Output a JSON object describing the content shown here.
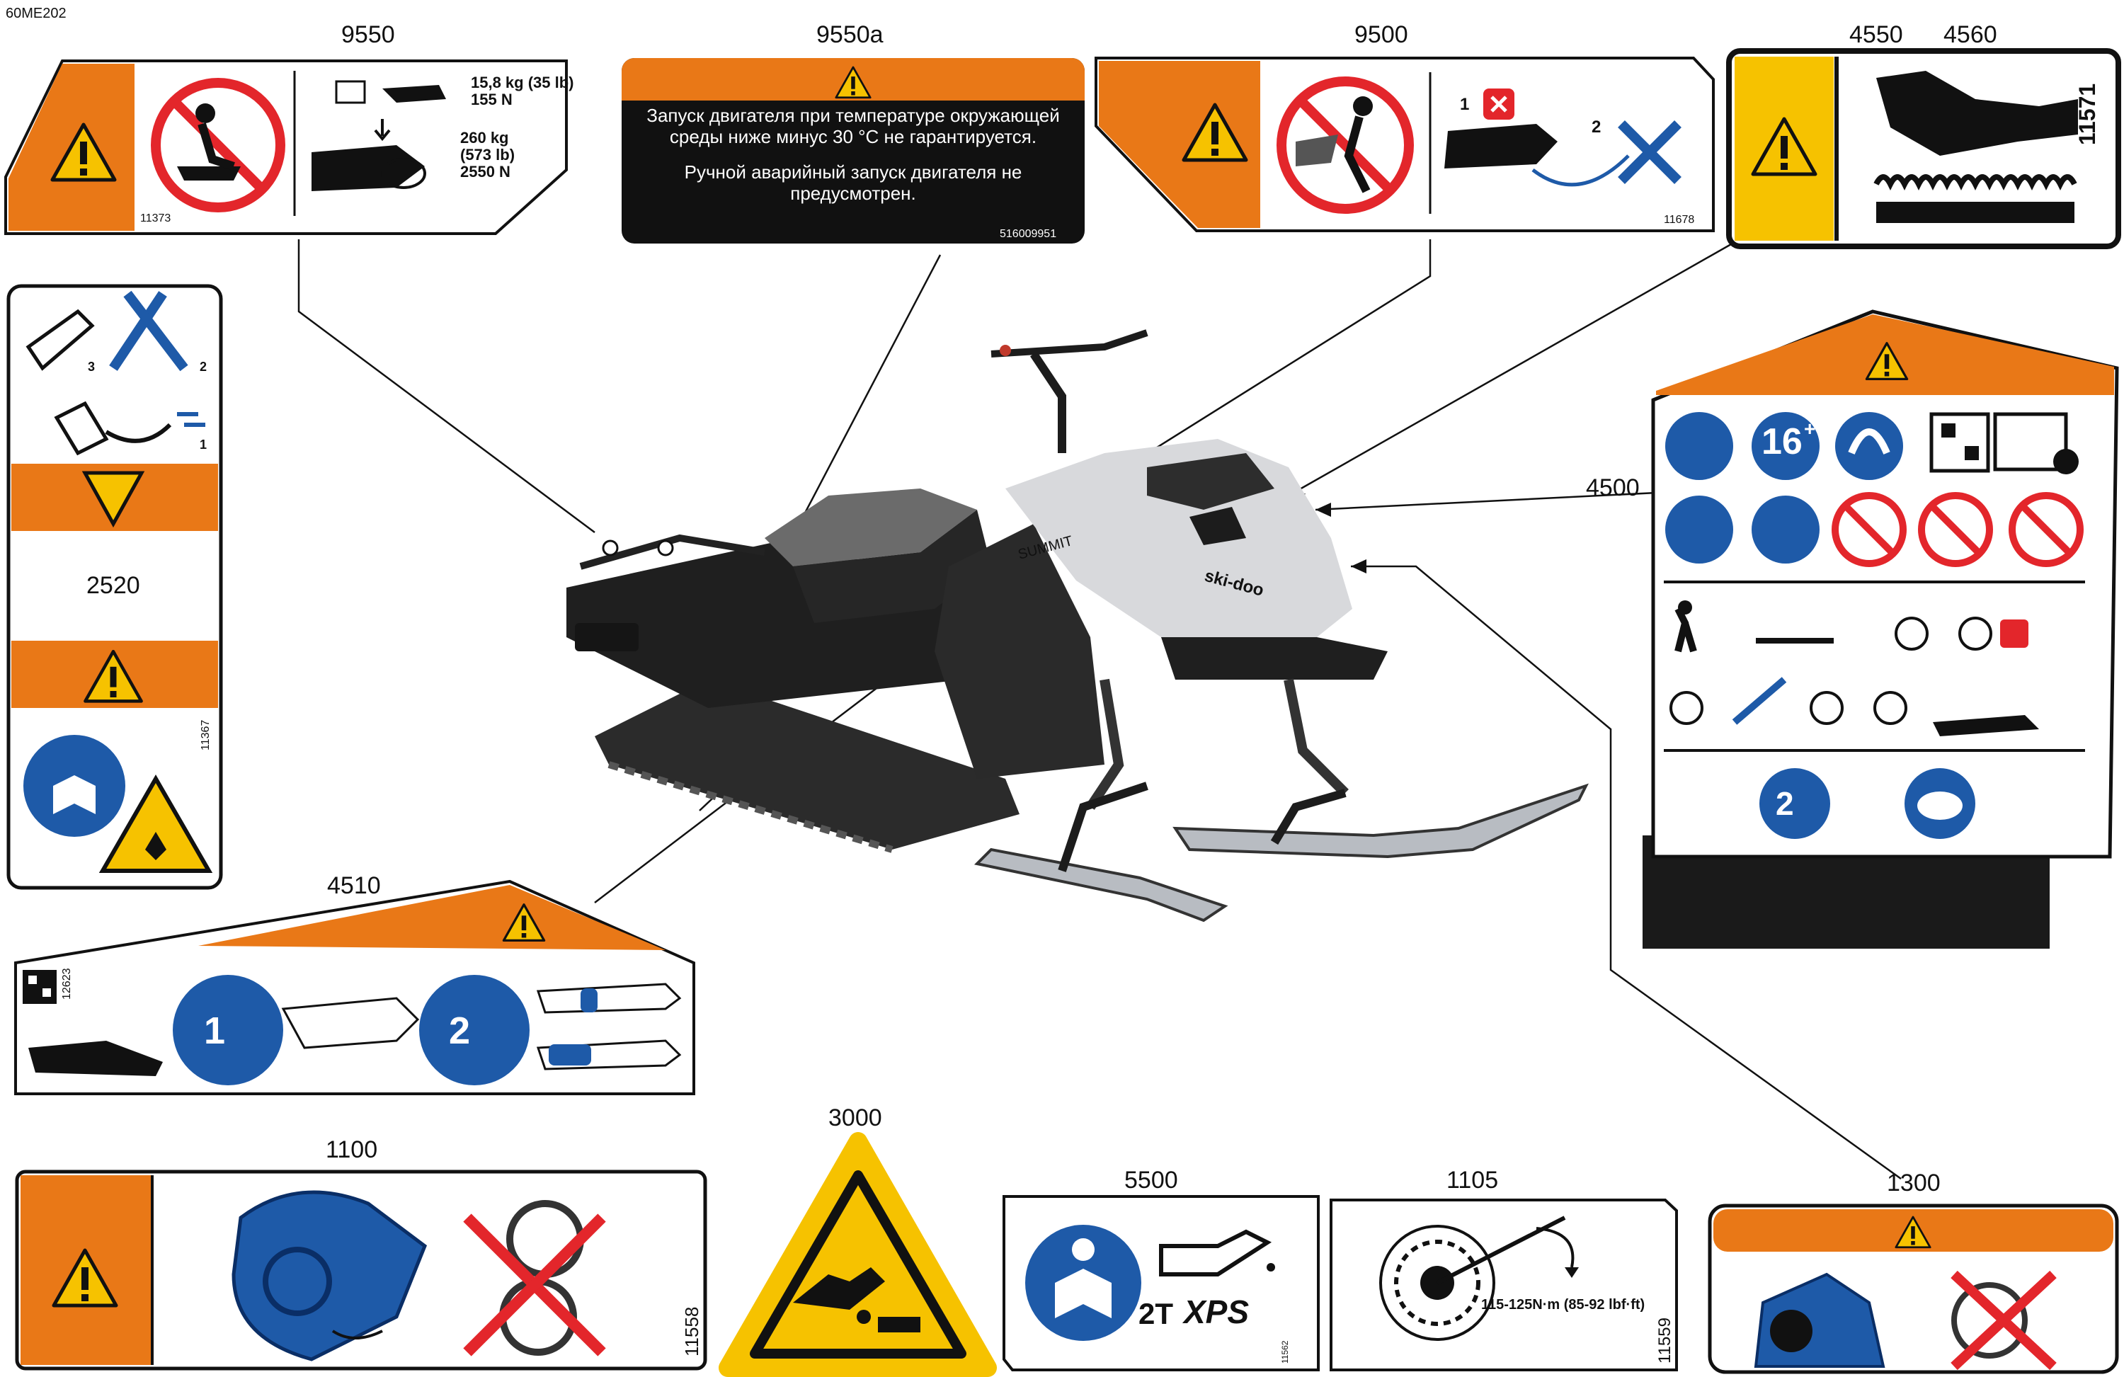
{
  "figure_code": "60ME202",
  "callouts": {
    "c9550": "9550",
    "c9550a": "9550a",
    "c9500": "9500",
    "c4550": "4550",
    "c4560": "4560",
    "c2520": "2520",
    "c4500": "4500",
    "c4510": "4510",
    "c1100": "1100",
    "c3000": "3000",
    "c5500": "5500",
    "c1105": "1105",
    "c1300": "1300"
  },
  "labels": {
    "l9550": {
      "load_top_kg": "15,8 kg (35 lb)",
      "load_top_n": "155 N",
      "load_bottom_kg": "260 kg",
      "load_bottom_lb": "(573 lb)",
      "load_bottom_n": "2550 N",
      "ref": "11373"
    },
    "l9550a": {
      "line1": "Запуск двигателя при температуре окружающей среды ниже минус 30 °С не гарантируется.",
      "line2": "Ручной аварийный запуск двигателя не предусмотрен.",
      "ref": "516009951"
    },
    "l9500": {
      "ref": "11678",
      "step1": "1",
      "step2": "2"
    },
    "l4550": {
      "ref": "11571"
    },
    "l2520": {
      "ref": "11367",
      "step1": "1",
      "step2": "2",
      "step3": "3"
    },
    "l4500": {
      "age": "16",
      "plus": "+",
      "rider": "2"
    },
    "l4510": {
      "ref": "12623",
      "rider1": "1",
      "rider2": "2"
    },
    "l1100": {
      "ref": "11558"
    },
    "l5500": {
      "oil_brand_a": "2T",
      "oil_brand_b": "XPS",
      "ref": "11562"
    },
    "l1105": {
      "torque": "115-125N·m  (85-92 lbf·ft)",
      "ref": "11559"
    }
  },
  "colors": {
    "warning_orange": "#E97817",
    "warning_yellow": "#F6C200",
    "prohibit_red": "#E3262B",
    "mandatory_blue": "#1E5AA8",
    "label_black": "#111111"
  }
}
